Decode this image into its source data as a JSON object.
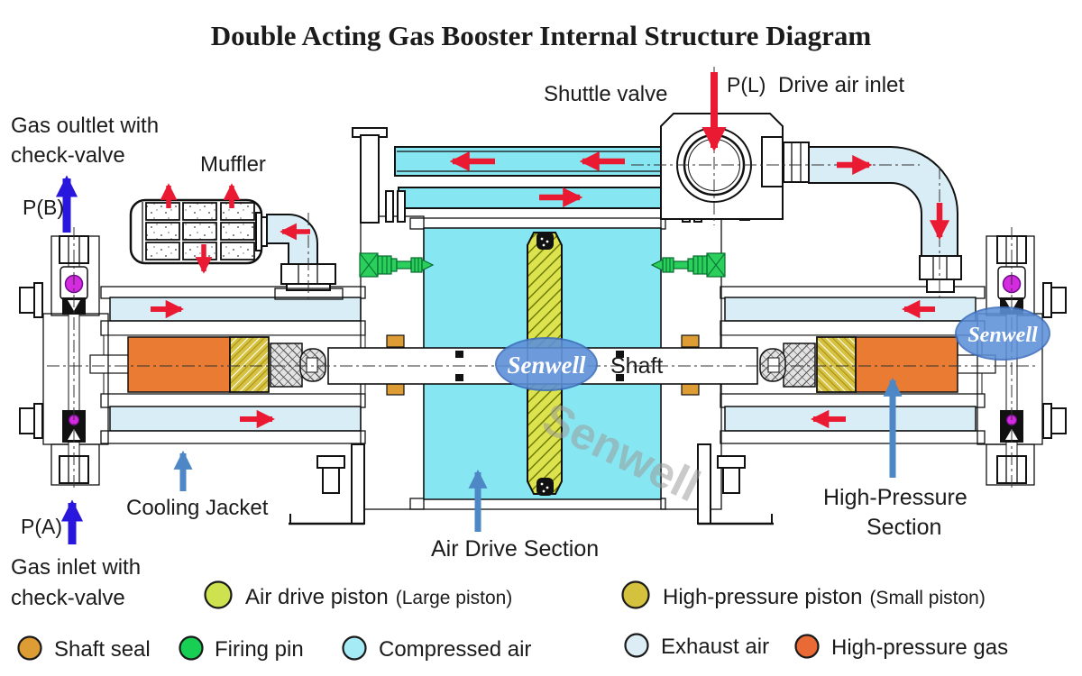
{
  "title": "Double Acting Gas Booster Internal Structure Diagram",
  "brand": "Senwell",
  "watermark": "Senwell",
  "labels": {
    "gas_outlet_1": "Gas oultlet with",
    "gas_outlet_2": "check-valve",
    "p_outlet": "P(B)",
    "muffler": "Muffler",
    "shuttle_valve": "Shuttle valve",
    "p_drive": "P(L)",
    "drive_air_inlet": "Drive air inlet",
    "cooling_jacket": "Cooling Jacket",
    "air_drive_section": "Air Drive Section",
    "shaft": "Shaft",
    "high_pressure_1": "High-Pressure",
    "high_pressure_2": "Section",
    "p_inlet": "P(A)",
    "gas_inlet_1": "Gas inlet with",
    "gas_inlet_2": "check-valve"
  },
  "legend": {
    "row1": [
      {
        "label": "Air drive piston",
        "note": "(Large piston)",
        "color": "#cde24e"
      },
      {
        "label": "High-pressure piston",
        "note": "(Small piston)",
        "color": "#d4c23e"
      }
    ],
    "row2": [
      {
        "label": "Shaft seal",
        "color": "#de9c35"
      },
      {
        "label": "Firing pin",
        "color": "#17cf52"
      },
      {
        "label": "Compressed air",
        "color": "#a5ebf6"
      },
      {
        "label": "Exhaust air",
        "color": "#dcedf5"
      },
      {
        "label": "High-pressure gas",
        "color": "#e96a34"
      }
    ]
  },
  "colors": {
    "compressed_air": "#86e6f1",
    "exhaust_air": "#d9edf6",
    "high_pressure_gas": "#e97b33",
    "air_drive_piston": "#dde34f",
    "high_pressure_piston": "#d6c344",
    "firing_pin": "#2bd05c",
    "shaft_seal": "#de9c35",
    "check_valve_ball": "#d42ae0",
    "flow_arrow": "#e91a32",
    "gas_arrow": "#2a17dd",
    "pointer_arrow": "#4e87c6",
    "brand_blue": "#5d90d8",
    "watermark_gray": "#9a9a9a"
  }
}
